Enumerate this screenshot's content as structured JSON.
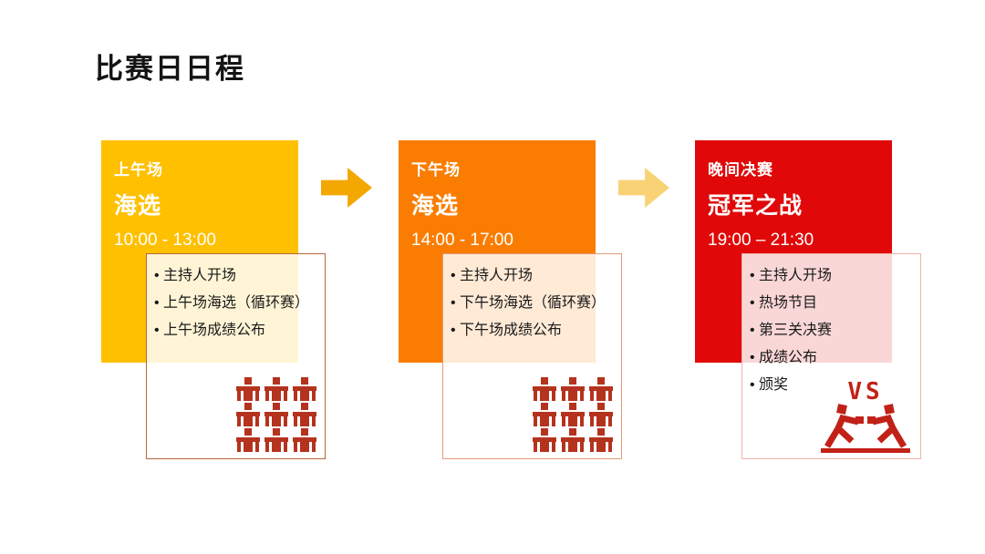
{
  "slide_title": "比赛日日程",
  "sessions": [
    {
      "label": "上午场",
      "title": "海选",
      "time": "10:00 - 13:00",
      "items": [
        "主持人开场",
        "上午场海选（循环赛）",
        "上午场成绩公布"
      ],
      "block_color": "#FFC000",
      "box_border_color": "#B5693A",
      "icon": "classroom-seats-icon"
    },
    {
      "label": "下午场",
      "title": "海选",
      "time": "14:00 - 17:00",
      "items": [
        "主持人开场",
        "下午场海选（循环赛）",
        "下午场成绩公布"
      ],
      "block_color": "#FA7D02",
      "box_border_color": "#E59B77",
      "icon": "classroom-seats-icon"
    },
    {
      "label": "晚间决赛",
      "title": "冠军之战",
      "time": "19:00 – 21:30",
      "items": [
        "主持人开场",
        "热场节目",
        "第三关决赛",
        "成绩公布",
        "颁奖"
      ],
      "block_color": "#E00808",
      "box_border_color": "#F0B3A6",
      "icon": "vs-duel-icon",
      "vs_label": "VS"
    }
  ],
  "arrows": [
    {
      "icon": "arrow-right-icon",
      "color": "#F2A800"
    },
    {
      "icon": "arrow-right-icon",
      "color": "#F8D274"
    }
  ],
  "icon_colors": {
    "classroom_seats": "#B5331E",
    "vs_duel": "#C22117"
  },
  "text_color_on_blocks": "#FFFFFF",
  "title_color": "#141414"
}
